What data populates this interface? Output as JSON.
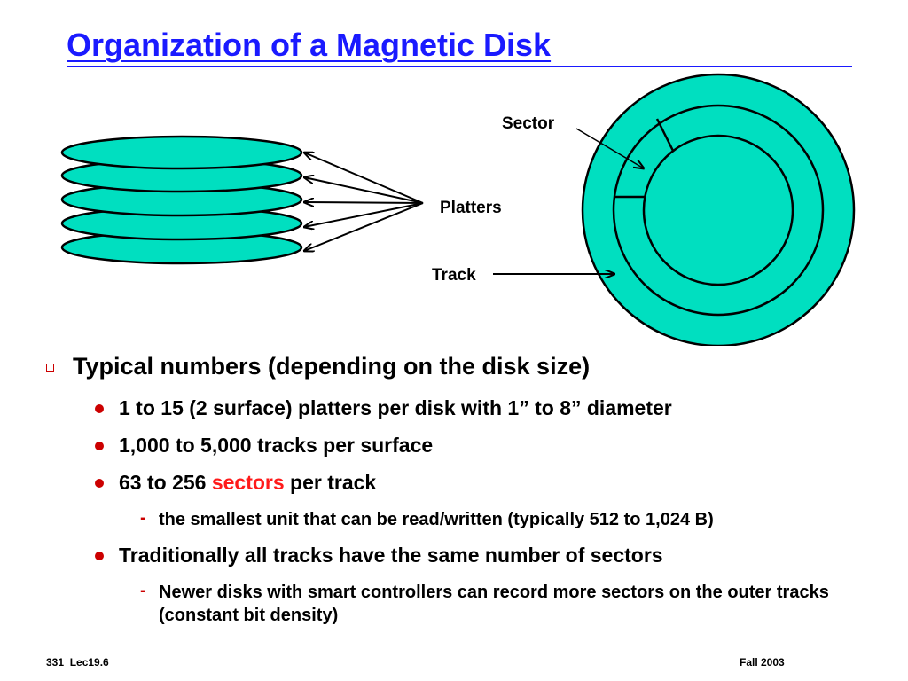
{
  "slide": {
    "title": "Organization of a Magnetic Disk",
    "accent_color": "#1a1aff",
    "bullet_color": "#cc0000",
    "highlight_color": "#ff1a1a",
    "platter_color": "#00dfc0"
  },
  "diagram": {
    "labels": {
      "sector": "Sector",
      "platters": "Platters",
      "track": "Track"
    }
  },
  "bullets": {
    "main": "Typical numbers (depending on the disk size)",
    "items": [
      {
        "text": "1 to 15 (2 surface) platters per disk with 1” to 8” diameter"
      },
      {
        "text": "1,000 to 5,000 tracks per surface"
      },
      {
        "text_before": "63 to 256 ",
        "highlight": "sectors",
        "text_after": " per track",
        "sub": "the smallest unit that can be read/written (typically 512 to 1,024 B)"
      },
      {
        "text": "Traditionally all tracks have the same number of sectors",
        "sub": "Newer disks with smart controllers can record more sectors on the outer tracks (constant bit density)"
      }
    ]
  },
  "footer": {
    "left": "331  Lec19.6",
    "right": "Fall 2003"
  }
}
